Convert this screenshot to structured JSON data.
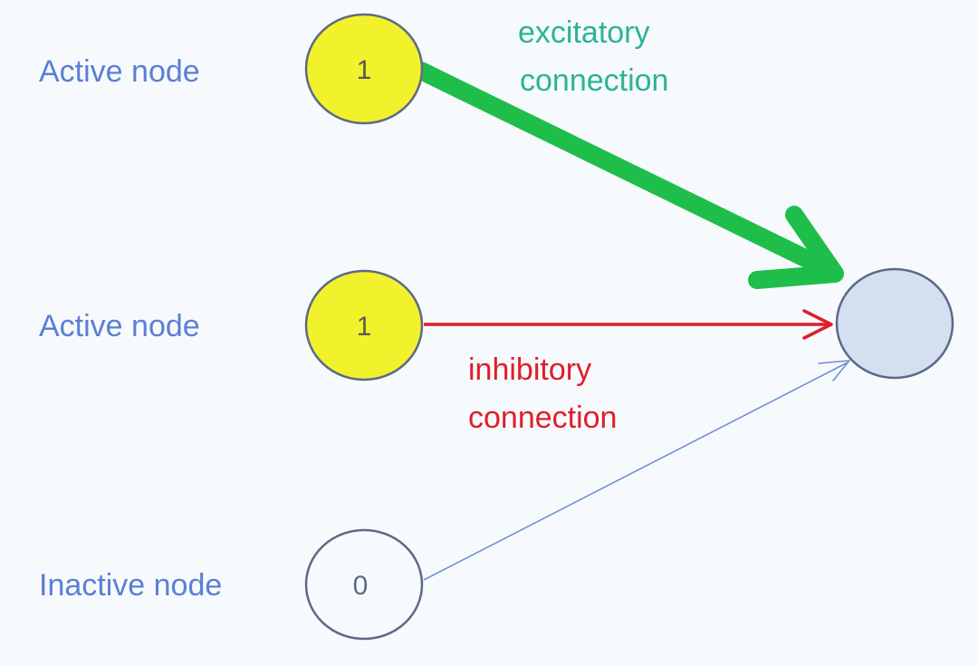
{
  "colors": {
    "background": "#f7fafd",
    "node_label": "#5b7fd6",
    "active_fill": "#f2f22c",
    "active_stroke": "#5c6a86",
    "inactive_fill": "#f7fafd",
    "inactive_stroke": "#5c6a86",
    "target_fill": "#d4e0f2",
    "excitatory": "#1fbe4a",
    "excitatory_label": "#2bb397",
    "inhibitory": "#e01e2a",
    "inhibitory_label": "#e01e2a",
    "neutral_connection": "#6f8ed8"
  },
  "nodes": [
    {
      "label": "Active node",
      "value": "1",
      "state": "active"
    },
    {
      "label": "Active node",
      "value": "1",
      "state": "active"
    },
    {
      "label": "Inactive node",
      "value": "0",
      "state": "inactive"
    }
  ],
  "connections": {
    "excitatory": {
      "line1": "excitatory",
      "line2": "connection"
    },
    "inhibitory": {
      "line1": "inhibitory",
      "line2": "connection"
    }
  }
}
